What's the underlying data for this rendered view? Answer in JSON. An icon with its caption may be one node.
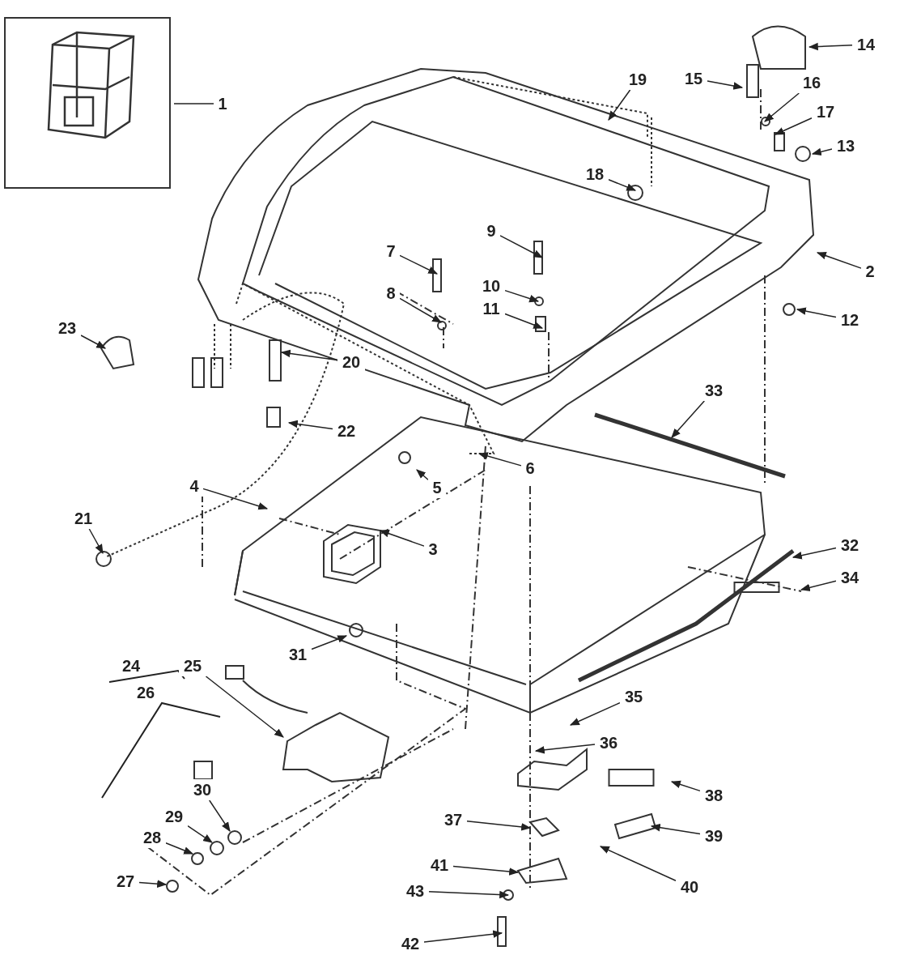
{
  "diagram": {
    "nodes": [
      {
        "text": [
          "1"
        ]
      },
      {
        "text": [
          "2"
        ]
      },
      {
        "text": [
          "3"
        ]
      },
      {
        "text": [
          "4"
        ]
      },
      {
        "text": [
          "5"
        ]
      },
      {
        "text": [
          "6"
        ]
      },
      {
        "text": [
          "7"
        ]
      },
      {
        "text": [
          "8"
        ]
      },
      {
        "text": [
          "9"
        ]
      },
      {
        "text": [
          "10"
        ]
      },
      {
        "text": [
          "11"
        ]
      },
      {
        "text": [
          "12"
        ]
      },
      {
        "text": [
          "13"
        ]
      },
      {
        "text": [
          "14"
        ]
      },
      {
        "text": [
          "15"
        ]
      },
      {
        "text": [
          "16"
        ]
      },
      {
        "text": [
          "17"
        ]
      },
      {
        "text": [
          "18"
        ]
      },
      {
        "text": [
          "19"
        ]
      },
      {
        "text": [
          "20"
        ]
      },
      {
        "text": [
          "21"
        ]
      },
      {
        "text": [
          "22"
        ]
      },
      {
        "text": [
          "23"
        ]
      },
      {
        "text": [
          "25"
        ]
      },
      {
        "text": [
          "27"
        ]
      },
      {
        "text": [
          "28"
        ]
      },
      {
        "text": [
          "29"
        ]
      },
      {
        "text": [
          "30"
        ]
      },
      {
        "text": [
          "31"
        ]
      },
      {
        "text": [
          "32"
        ]
      },
      {
        "text": [
          "33"
        ]
      },
      {
        "text": [
          "34"
        ]
      },
      {
        "text": [
          "35"
        ]
      },
      {
        "text": [
          "36"
        ]
      },
      {
        "text": [
          "37"
        ]
      },
      {
        "text": [
          "38"
        ]
      },
      {
        "text": [
          "39"
        ]
      },
      {
        "text": [
          "40"
        ]
      },
      {
        "text": [
          "41"
        ]
      },
      {
        "text": [
          "42"
        ]
      },
      {
        "text": [
          "43"
        ]
      }
    ],
    "edges": [
      {
        "from": 0,
        "to": null,
        "arrow": "none"
      },
      {
        "from": 1,
        "to": null,
        "arrow": "to"
      },
      {
        "from": 2,
        "to": null,
        "arrow": "to"
      },
      {
        "from": 3,
        "to": null,
        "arrow": "to"
      },
      {
        "from": 4,
        "to": null,
        "arrow": "to"
      },
      {
        "from": 5,
        "to": null,
        "arrow": "to"
      },
      {
        "from": 6,
        "to": null,
        "arrow": "to"
      },
      {
        "from": 7,
        "to": null,
        "arrow": "to"
      },
      {
        "from": 8,
        "to": null,
        "arrow": "to"
      },
      {
        "from": 9,
        "to": null,
        "arrow": "to"
      },
      {
        "from": 10,
        "to": null,
        "arrow": "to"
      },
      {
        "from": 11,
        "to": null,
        "arrow": "to"
      },
      {
        "from": 12,
        "to": null,
        "arrow": "to"
      },
      {
        "from": 13,
        "to": null,
        "arrow": "to"
      },
      {
        "from": 14,
        "to": null,
        "arrow": "to"
      },
      {
        "from": 15,
        "to": null,
        "arrow": "to"
      },
      {
        "from": 16,
        "to": null,
        "arrow": "to"
      },
      {
        "from": 17,
        "to": null,
        "arrow": "to"
      },
      {
        "from": 18,
        "to": null,
        "arrow": "to"
      },
      {
        "from": 19,
        "to": null,
        "arrow": "to"
      },
      {
        "from": 20,
        "to": null,
        "arrow": "to"
      },
      {
        "from": 21,
        "to": null,
        "arrow": "to"
      },
      {
        "from": 22,
        "to": null,
        "arrow": "to"
      },
      {
        "from": 23,
        "to": null,
        "arrow": "to"
      },
      {
        "from": 24,
        "to": null,
        "arrow": "to"
      },
      {
        "from": 25,
        "to": null,
        "arrow": "to"
      },
      {
        "from": 26,
        "to": null,
        "arrow": "to"
      },
      {
        "from": 27,
        "to": null,
        "arrow": "to"
      },
      {
        "from": 28,
        "to": null,
        "arrow": "to"
      },
      {
        "from": 29,
        "to": null,
        "arrow": "to"
      },
      {
        "from": 30,
        "to": null,
        "arrow": "to"
      },
      {
        "from": 31,
        "to": null,
        "arrow": "to"
      },
      {
        "from": 32,
        "to": null,
        "arrow": "to"
      },
      {
        "from": 33,
        "to": null,
        "arrow": "to"
      },
      {
        "from": 34,
        "to": null,
        "arrow": "to"
      },
      {
        "from": 35,
        "to": null,
        "arrow": "to"
      },
      {
        "from": 36,
        "to": null,
        "arrow": "to"
      },
      {
        "from": 37,
        "to": null,
        "arrow": "to"
      },
      {
        "from": 38,
        "to": null,
        "arrow": "to"
      },
      {
        "from": 39,
        "to": null,
        "arrow": "to"
      },
      {
        "from": 40,
        "to": null,
        "arrow": "to"
      }
    ],
    "labels": [
      "24",
      "26"
    ]
  }
}
